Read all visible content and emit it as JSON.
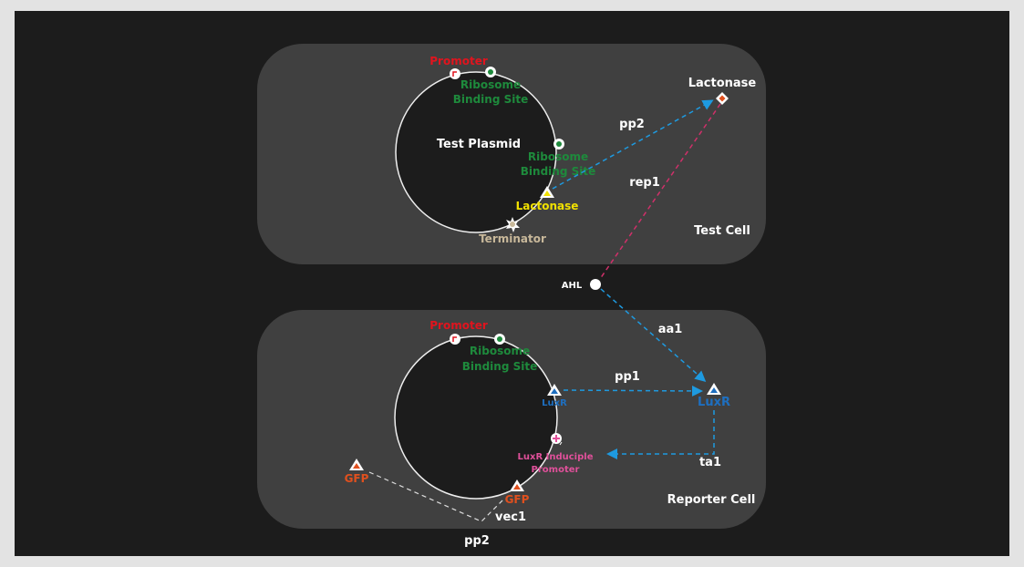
{
  "test_cell": {
    "label": "Test Cell",
    "plasmid_label": "Test Plasmid",
    "promoter": "Promoter",
    "rbs1": [
      "Ribosome",
      "Binding Site"
    ],
    "rbs2": [
      "Ribosome",
      "Binding Site"
    ],
    "lactonase_gene": "Lactonase",
    "terminator": "Terminator",
    "lactonase_protein": "Lactonase",
    "edge_pp2": "pp2",
    "edge_rep1": "rep1"
  },
  "ahl": {
    "label": "AHL",
    "edge_aa1": "aa1"
  },
  "reporter_cell": {
    "label": "Reporter Cell",
    "promoter": "Promoter",
    "rbs": [
      "Ribosome",
      "Binding Site"
    ],
    "luxr_gene": "LuxR",
    "luxr_protein": "LuxR",
    "inducible_promoter": [
      "LuxR Induciple",
      "Promoter"
    ],
    "gfp_gene": "GFP",
    "gfp_protein": "GFP",
    "edge_pp1": "pp1",
    "edge_ta1": "ta1",
    "edge_vec1": "vec1",
    "edge_pp2": "pp2"
  },
  "colors": {
    "promoter": "#e0141e",
    "rbs": "#1e8a3c",
    "lactonase": "#f0e000",
    "terminator": "#c8b89a",
    "luxr": "#1e6fc0",
    "inducible": "#e0509a",
    "gfp": "#e0501e",
    "blue_edge": "#1e9ae0",
    "pink_edge": "#d0306a"
  }
}
